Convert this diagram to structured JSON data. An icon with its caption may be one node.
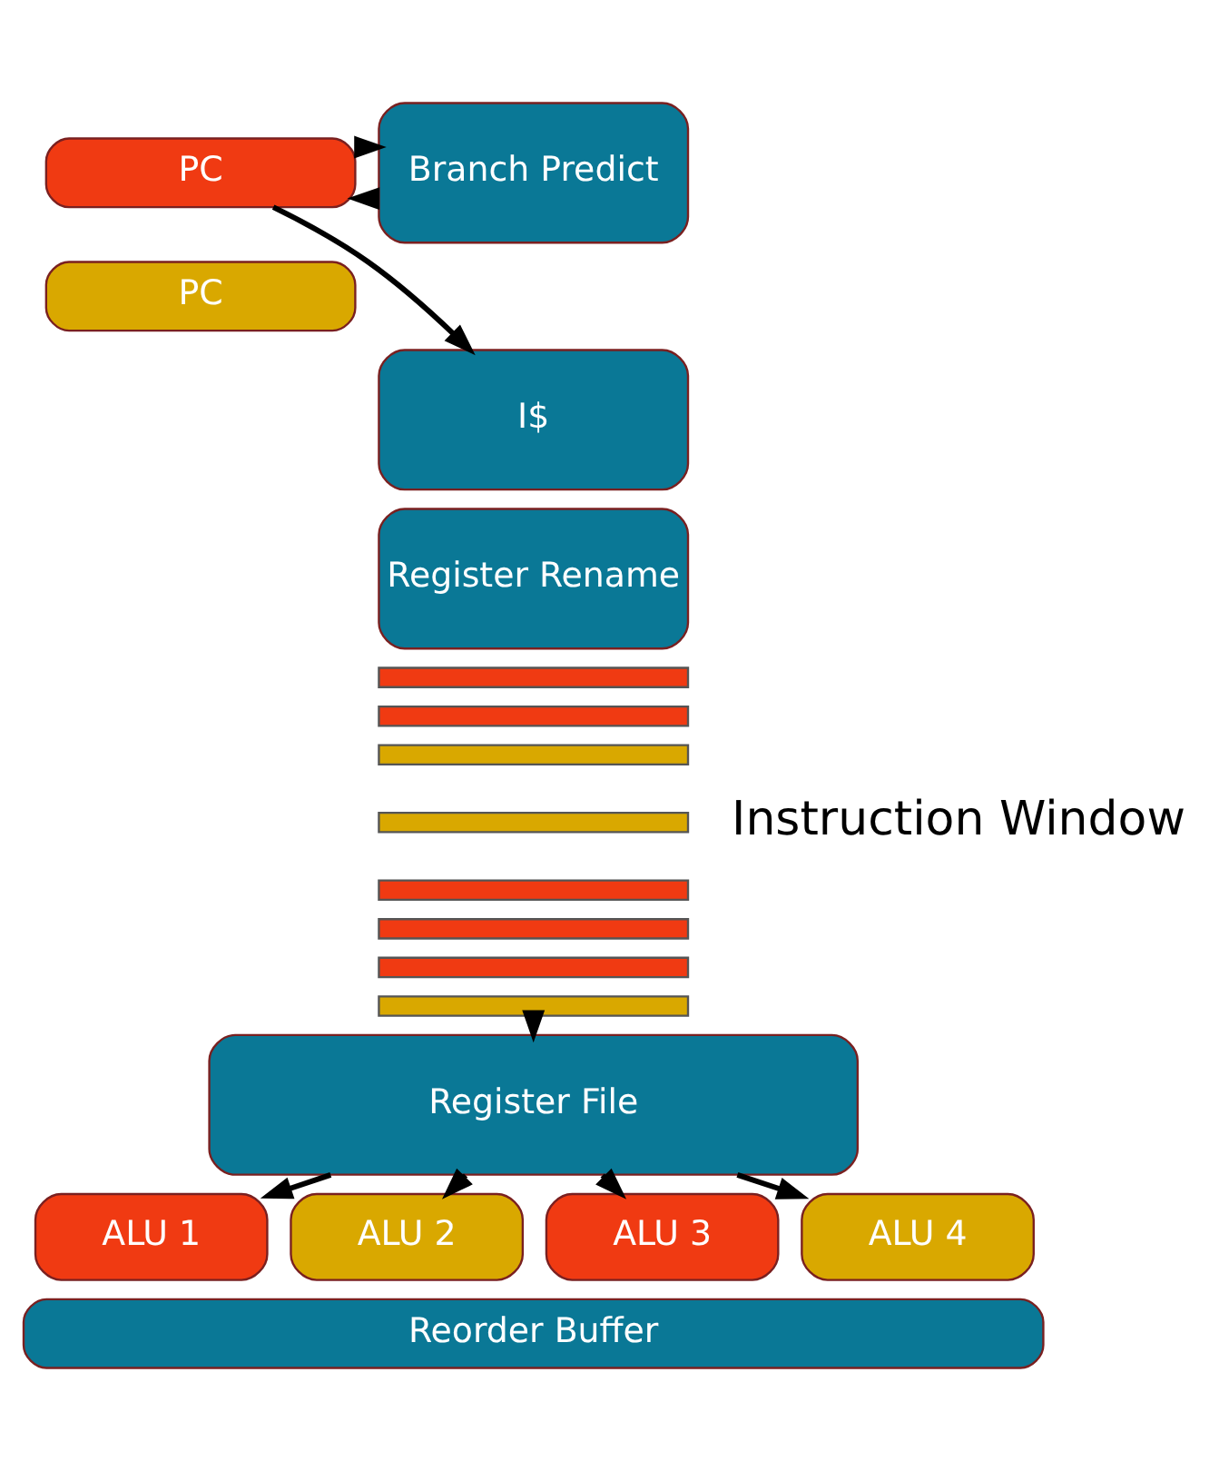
{
  "diagram": {
    "nodes": [
      {
        "text": [
          "PC"
        ]
      },
      {
        "text": [
          "PC"
        ]
      },
      {
        "text": [
          "Branch Predict"
        ]
      },
      {
        "text": [
          "I$"
        ]
      },
      {
        "text": [
          "Register Rename"
        ]
      },
      {
        "text": [],
        "shape": "bar"
      },
      {
        "text": [],
        "shape": "bar"
      },
      {
        "text": [],
        "shape": "bar"
      },
      {
        "text": [],
        "shape": "bar"
      },
      {
        "text": [],
        "shape": "bar"
      },
      {
        "text": [],
        "shape": "bar"
      },
      {
        "text": [],
        "shape": "bar"
      },
      {
        "text": [],
        "shape": "bar"
      },
      {
        "text": [
          "Register File"
        ]
      },
      {
        "text": [
          "ALU 1"
        ]
      },
      {
        "text": [
          "ALU 2"
        ]
      },
      {
        "text": [
          "ALU 3"
        ]
      },
      {
        "text": [
          "ALU 4"
        ]
      },
      {
        "text": [
          "Reorder Buffer"
        ]
      }
    ],
    "edges": [
      {
        "from": 2,
        "to": 0,
        "arrow": "to"
      },
      {
        "from": 0,
        "to": 2,
        "arrow": "to"
      },
      {
        "from": 0,
        "to": 3,
        "arrow": "to"
      },
      {
        "from": 12,
        "to": 13,
        "arrow": "to"
      },
      {
        "from": 13,
        "to": 14,
        "arrow": "to"
      },
      {
        "from": 13,
        "to": 15,
        "arrow": "to"
      },
      {
        "from": 13,
        "to": 16,
        "arrow": "to"
      },
      {
        "from": 13,
        "to": 17,
        "arrow": "to"
      }
    ],
    "labels": [
      "Instruction Window"
    ]
  }
}
